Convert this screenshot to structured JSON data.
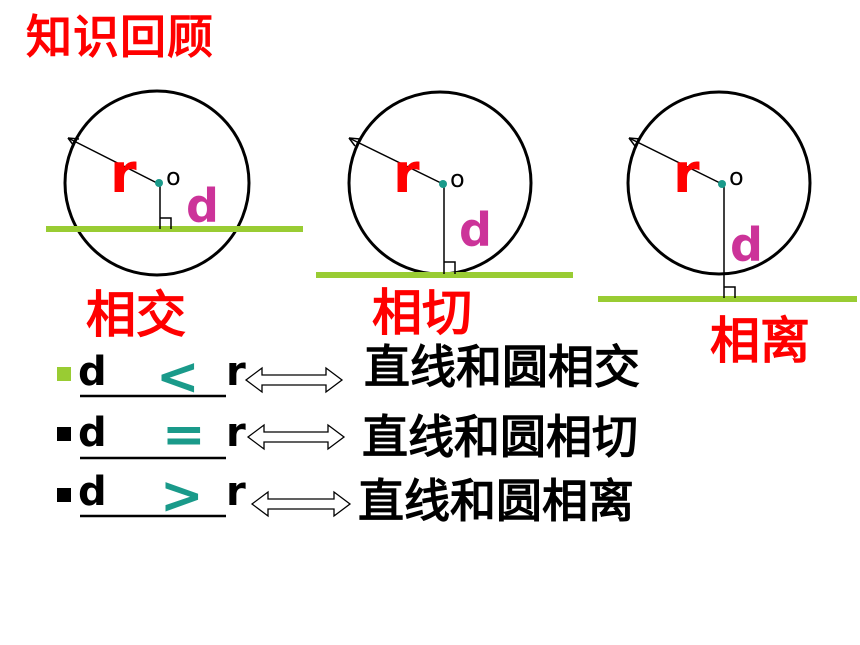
{
  "title": "知识回顾",
  "circles": [
    {
      "relation": "相交",
      "radius_label": "r",
      "center_label": "o",
      "distance_label": "d"
    },
    {
      "relation": "相切",
      "radius_label": "r",
      "center_label": "o",
      "distance_label": "d"
    },
    {
      "relation": "相离",
      "radius_label": "r",
      "center_label": "o",
      "distance_label": "d"
    }
  ],
  "rows": [
    {
      "left": "d",
      "symbol": "<",
      "right": "r",
      "statement": "直线和圆相交"
    },
    {
      "left": "d",
      "symbol": "=",
      "right": "r",
      "statement": "直线和圆相切"
    },
    {
      "left": "d",
      "symbol": ">",
      "right": "r",
      "statement": "直线和圆相离"
    }
  ],
  "colors": {
    "title": "#ff0000",
    "line": "#99cc33",
    "radius_label": "#ff0000",
    "distance_label": "#cc3399",
    "center_dot": "#1a9a8a",
    "symbol": "#1a9a8a",
    "first_bullet": "#99cc33",
    "other_bullets": "#000000"
  }
}
